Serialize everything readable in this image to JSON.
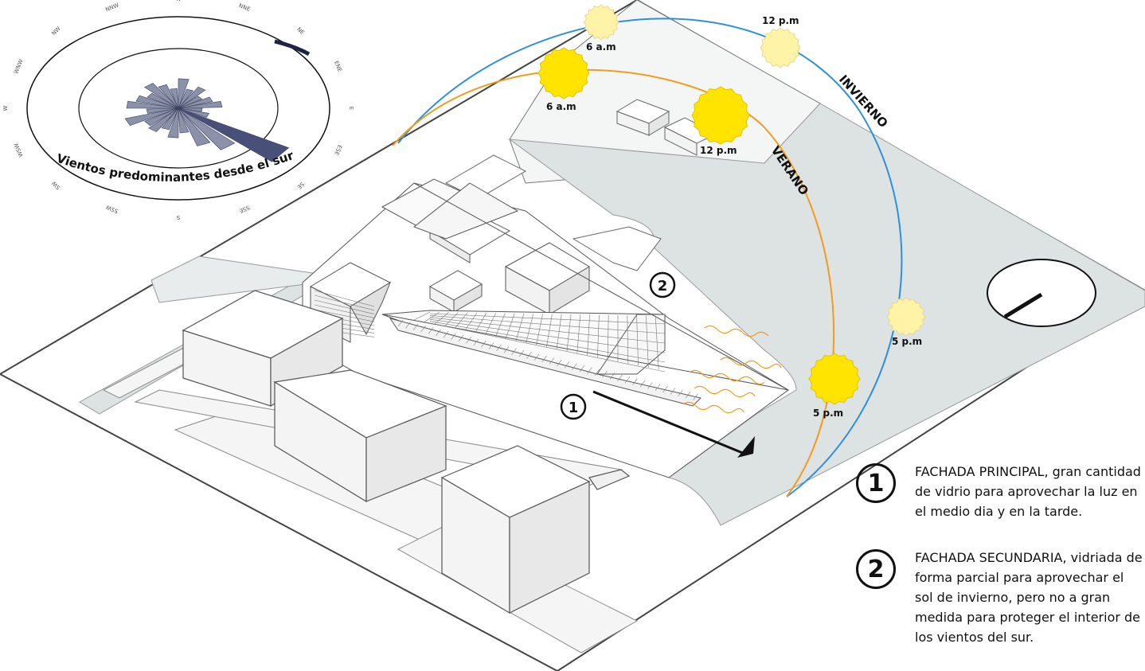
{
  "wind_rose": {
    "title": "Vientos predominantes desde el sur",
    "directions": [
      "N",
      "NNW",
      "NW",
      "WNW",
      "W",
      "WSW",
      "SW",
      "SSW",
      "S",
      "SSE",
      "SE",
      "ESE",
      "E",
      "ENE",
      "NE",
      "NNE"
    ]
  },
  "sun_path": {
    "summer_label": "VERANO",
    "winter_label": "INVIERNO",
    "summer_times": [
      "6 a.m",
      "12 p.m",
      "5 p.m"
    ],
    "winter_times": [
      "6 a.m",
      "12 p.m",
      "5 p.m"
    ],
    "colors": {
      "summer_arc": "#f59a1b",
      "winter_arc": "#2d8fe0",
      "summer_sun": "#ffe400",
      "winter_sun": "#fff3a8"
    }
  },
  "markers": {
    "one": "1",
    "two": "2"
  },
  "legend": [
    {
      "number": "1",
      "text": "FACHADA PRINCIPAL, gran cantidad de vidrio para aprovechar la luz en el medio dia y en la tarde."
    },
    {
      "number": "2",
      "text": "FACHADA SECUNDARIA, vidriada de forma parcial para aprovechar el sol de invierno, pero no a gran medida para proteger el interior de los vientos del sur."
    }
  ]
}
